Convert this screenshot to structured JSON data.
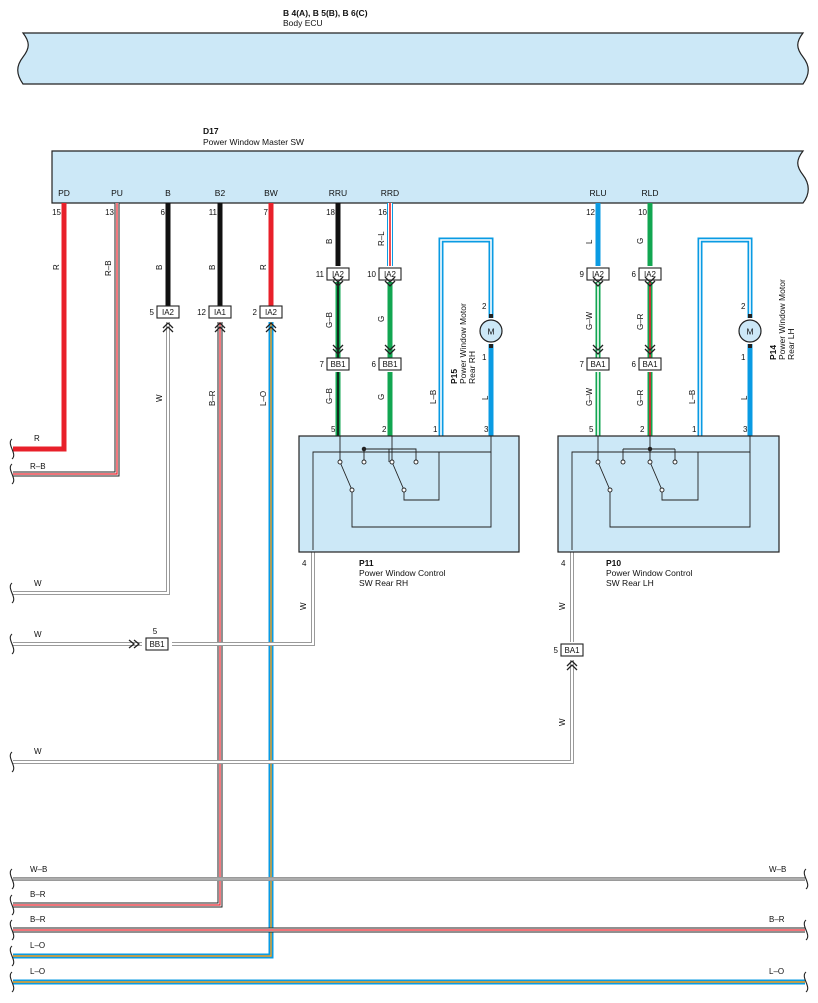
{
  "colors": {
    "ecu_fill": "#cce8f7",
    "red": "#e8202a",
    "black": "#111111",
    "green": "#12a651",
    "blue": "#0a9be3",
    "orange": "#f4a020",
    "white_wire": "#9a9a9a",
    "outline": "#222222"
  },
  "body_ecu": {
    "code": "B 4(A), B 5(B), B 6(C)",
    "name": "Body ECU"
  },
  "master_sw": {
    "code": "D17",
    "name": "Power Window Master SW",
    "pins": [
      {
        "label": "PD",
        "num": "15",
        "wire": "R"
      },
      {
        "label": "PU",
        "num": "13",
        "wire": "R–B"
      },
      {
        "label": "B",
        "num": "6",
        "wire": "B"
      },
      {
        "label": "B2",
        "num": "11",
        "wire": "B"
      },
      {
        "label": "BW",
        "num": "7",
        "wire": "R"
      },
      {
        "label": "RRU",
        "num": "18",
        "wire": "B"
      },
      {
        "label": "RRD",
        "num": "16",
        "wire": "R–L"
      },
      {
        "label": "RLU",
        "num": "12",
        "wire": "L"
      },
      {
        "label": "RLD",
        "num": "10",
        "wire": "G"
      }
    ]
  },
  "connectors": [
    {
      "pin": "5",
      "name": "IA2"
    },
    {
      "pin": "12",
      "name": "IA1"
    },
    {
      "pin": "2",
      "name": "IA2"
    },
    {
      "pin": "11",
      "name": "IA2"
    },
    {
      "pin": "10",
      "name": "IA2"
    },
    {
      "pin": "7",
      "name": "BB1"
    },
    {
      "pin": "6",
      "name": "BB1"
    },
    {
      "pin": "9",
      "name": "IA2"
    },
    {
      "pin": "6",
      "name": "IA2"
    },
    {
      "pin": "7",
      "name": "BA1"
    },
    {
      "pin": "6",
      "name": "BA1"
    },
    {
      "pin": "5",
      "name": "BB1"
    },
    {
      "pin": "5",
      "name": "BA1"
    }
  ],
  "wire_labels": {
    "w": "W",
    "br": "B–R",
    "lo": "L–O",
    "gb": "G–B",
    "g": "G",
    "gw": "G–W",
    "gr": "G–R",
    "lb": "L–B",
    "l": "L",
    "wb": "W–B",
    "r": "R",
    "rb": "R–B"
  },
  "motor_rh": {
    "code": "P15",
    "name1": "Power Window Motor",
    "name2": "Rear RH",
    "symbol": "M",
    "pin_top": "2",
    "pin_bottom": "1"
  },
  "motor_lh": {
    "code": "P14",
    "name1": "Power Window Motor",
    "name2": "Rear LH",
    "symbol": "M",
    "pin_top": "2",
    "pin_bottom": "1"
  },
  "sw_rh": {
    "code": "P11",
    "name1": "Power Window Control",
    "name2": "SW Rear RH",
    "pins": [
      "5",
      "2",
      "1",
      "3"
    ],
    "pin_bottom": "4"
  },
  "sw_lh": {
    "code": "P10",
    "name1": "Power Window Control",
    "name2": "SW Rear LH",
    "pins": [
      "5",
      "2",
      "1",
      "3"
    ],
    "pin_bottom": "4"
  }
}
